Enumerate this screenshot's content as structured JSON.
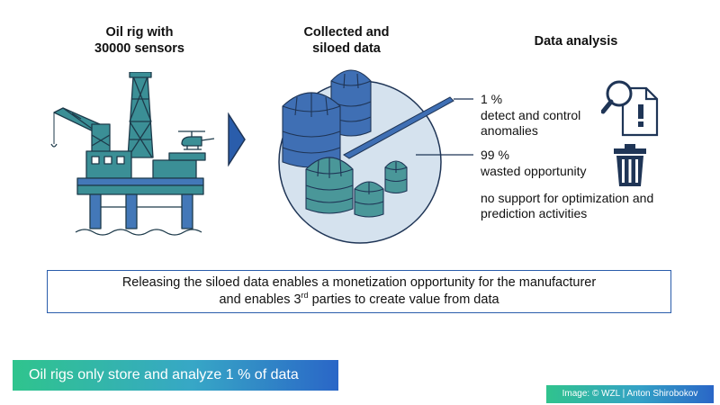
{
  "titles": {
    "rig": "Oil rig with\n30000 sensors",
    "silo": "Collected and\nsiloed data",
    "analysis": "Data analysis"
  },
  "analysis": {
    "pct1": "1 %",
    "pct1_desc": "detect and control anomalies",
    "pct99": "99 %",
    "pct99_desc": "wasted opportunity",
    "no_support": "no support for optimization and prediction activities"
  },
  "release": {
    "line1": "Releasing the siloed data enables a monetization opportunity for the manufacturer",
    "line2_pre": "and enables 3",
    "line2_sup": "rd",
    "line2_post": " parties to create value from data"
  },
  "banner": "Oil rigs only store and analyze 1 % of data",
  "credit": "Image: © WZL | Anton Shirobokov",
  "colors": {
    "rig_teal": "#3b8f96",
    "rig_dark": "#1d3a4a",
    "rig_blue": "#4378b8",
    "silo_circle": "#d5e2ee",
    "silo_blue": "#3f6fb4",
    "silo_teal": "#4a9799",
    "icon_dark": "#1f3556",
    "frame_blue": "#2a5dab"
  },
  "icons": [
    "oil-rig-icon",
    "chevron-right-icon",
    "silo-cluster-icon",
    "magnifier-document-icon",
    "trash-icon"
  ]
}
